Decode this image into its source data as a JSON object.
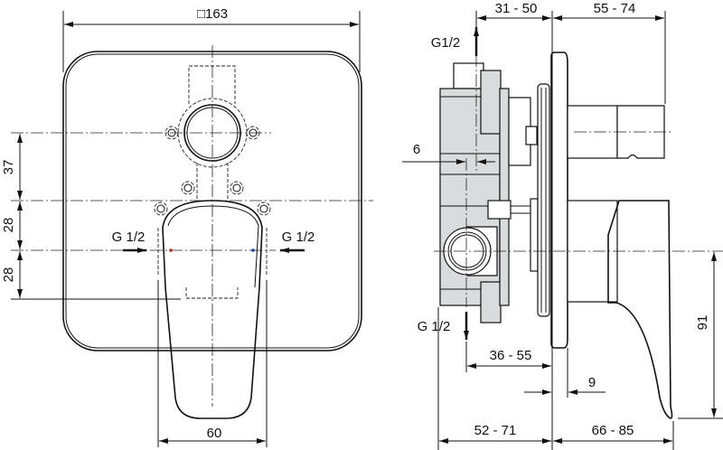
{
  "front_view": {
    "width_label": "□163",
    "dim_37": "37",
    "dim_28_upper": "28",
    "dim_28_lower": "28",
    "inlet_left": "G 1/2",
    "inlet_right": "G 1/2",
    "lever_width": "60",
    "hot_color": "#b03020",
    "cold_color": "#2040a0"
  },
  "side_view": {
    "dim_top_left": "31 - 50",
    "dim_top_right": "55 - 74",
    "outlet_top": "G1/2",
    "outlet_bottom": "G 1/2",
    "dim_6": "6",
    "dim_36_55": "36 - 55",
    "dim_9": "9",
    "dim_bottom_left": "52 - 71",
    "dim_bottom_right": "66 - 85",
    "dim_91": "91"
  }
}
